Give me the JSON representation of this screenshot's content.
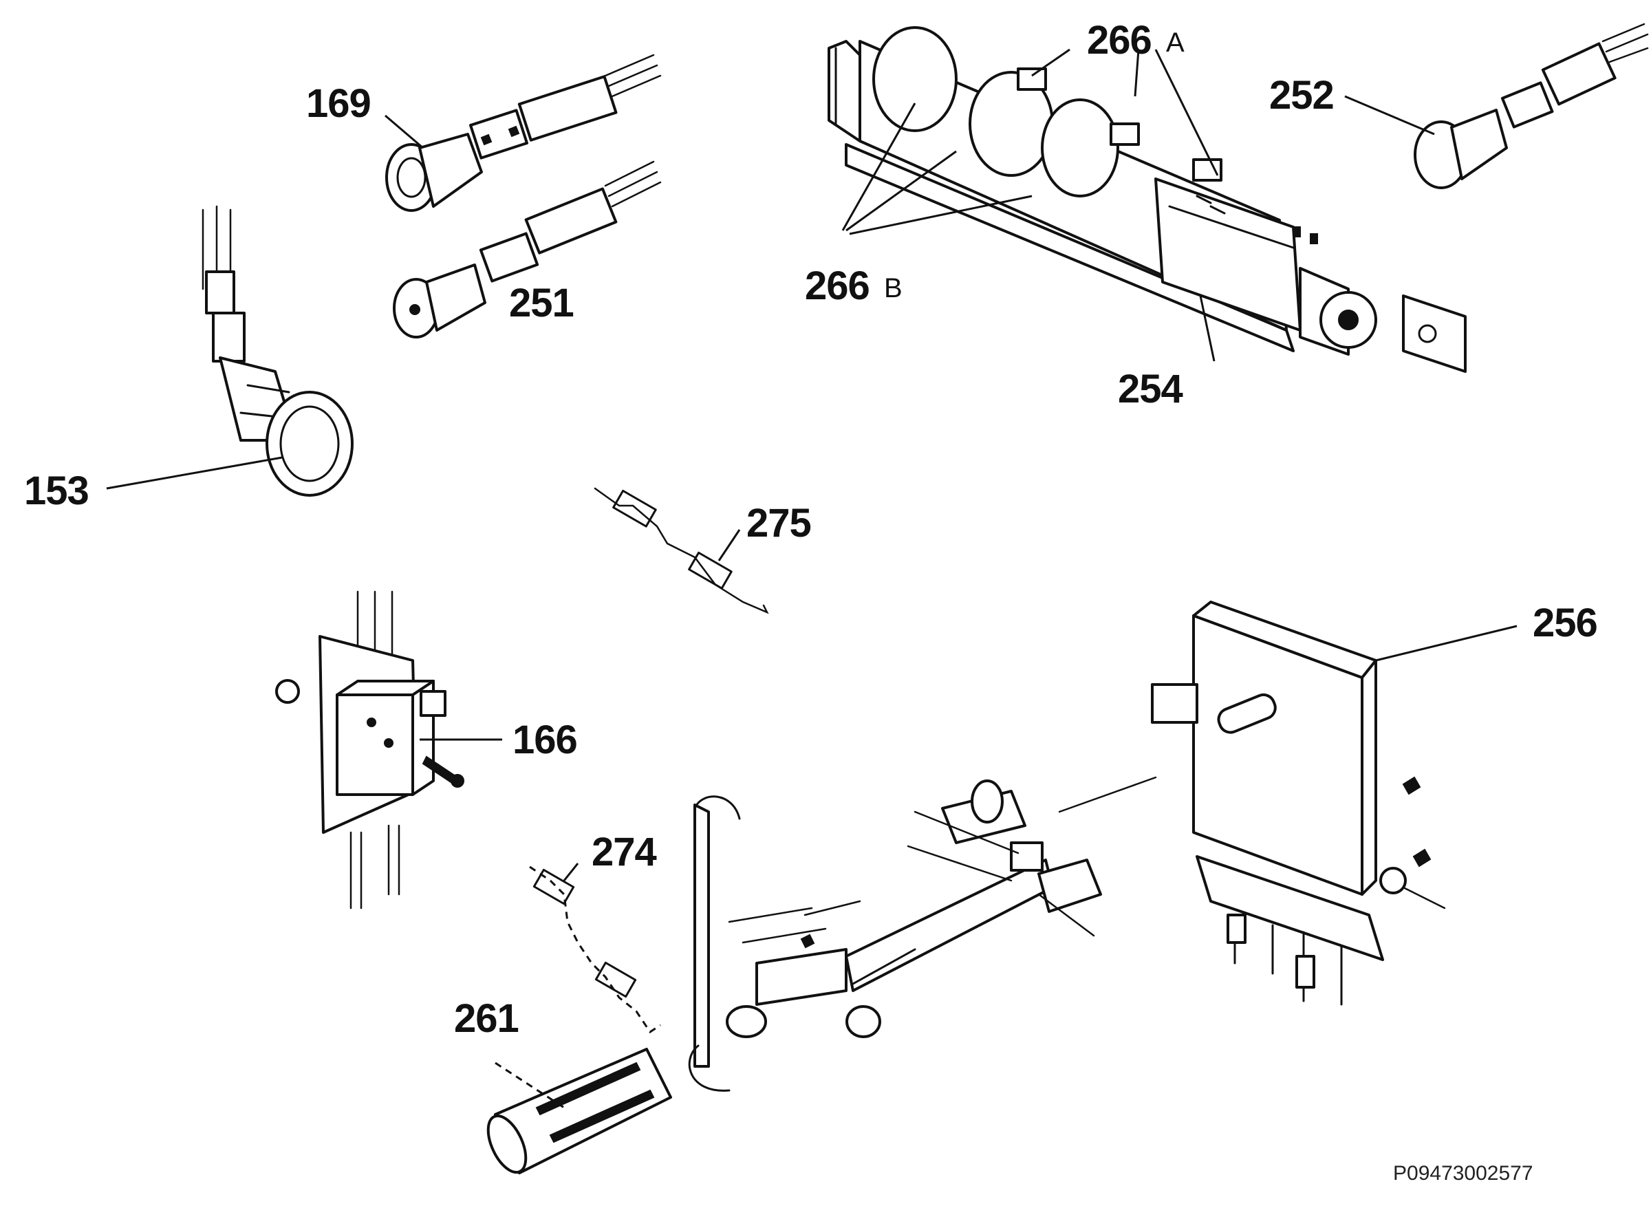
{
  "diagram": {
    "callouts": [
      {
        "id": "169",
        "text": "169"
      },
      {
        "id": "251",
        "text": "251"
      },
      {
        "id": "153",
        "text": "153"
      },
      {
        "id": "266a",
        "text": "266",
        "suffix": "A"
      },
      {
        "id": "266b",
        "text": "266",
        "suffix": "B"
      },
      {
        "id": "252",
        "text": "252"
      },
      {
        "id": "254",
        "text": "254"
      },
      {
        "id": "275",
        "text": "275"
      },
      {
        "id": "256",
        "text": "256"
      },
      {
        "id": "166",
        "text": "166"
      },
      {
        "id": "274",
        "text": "274"
      },
      {
        "id": "261",
        "text": "261"
      }
    ],
    "document_code": "P09473002577"
  }
}
